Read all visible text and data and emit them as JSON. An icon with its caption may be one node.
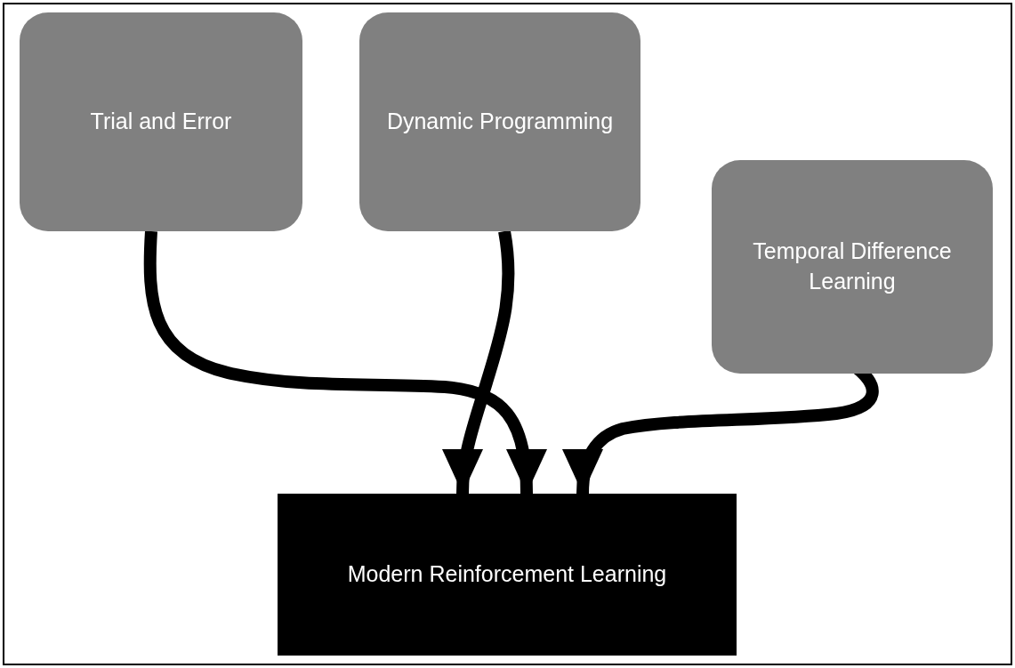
{
  "diagram": {
    "nodes": [
      {
        "text": [
          "Trial and Error"
        ]
      },
      {
        "text": [
          "Dynamic Programming"
        ]
      },
      {
        "text": [
          "Temporal Difference Learning"
        ]
      },
      {
        "text": [
          "Modern Reinforcement Learning"
        ]
      }
    ],
    "edges": [
      {
        "from": 0,
        "to": 3,
        "arrow": "to"
      },
      {
        "from": 1,
        "to": 3,
        "arrow": "to"
      },
      {
        "from": 2,
        "to": 3,
        "arrow": "to"
      }
    ]
  }
}
